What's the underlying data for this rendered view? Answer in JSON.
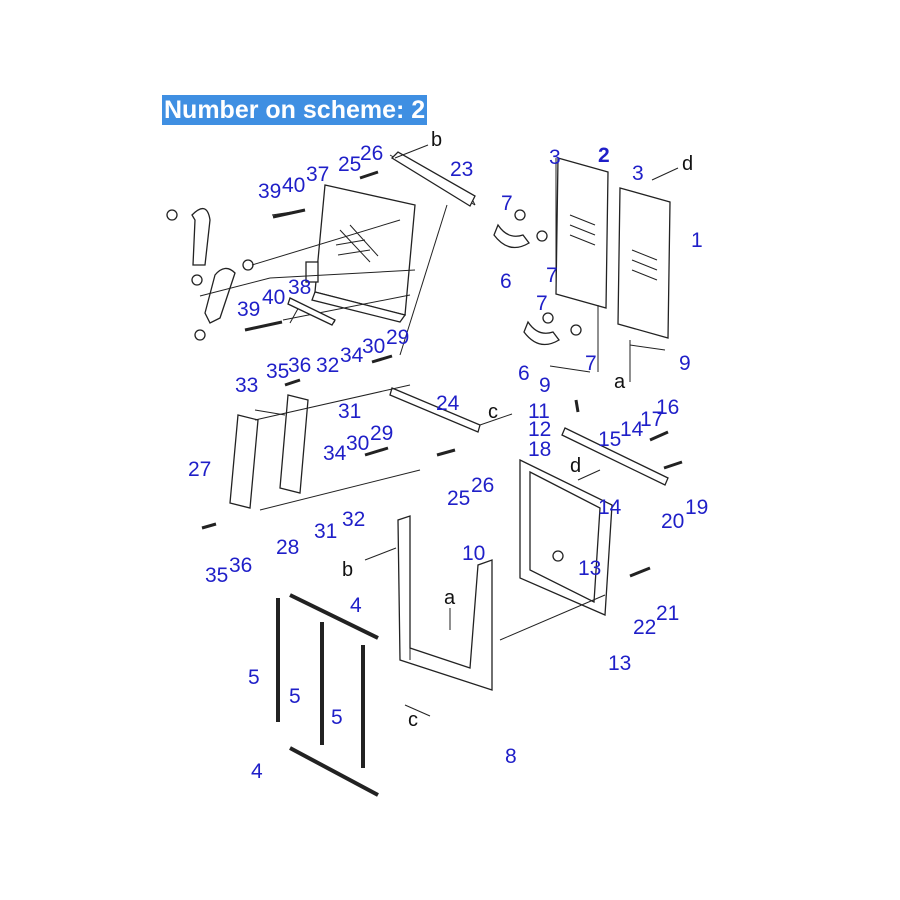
{
  "title": "Number on scheme: 2",
  "diagram": {
    "part_labels": [
      "26",
      "25",
      "37",
      "40",
      "39",
      "23",
      "2",
      "3",
      "3",
      "1",
      "7",
      "6",
      "7",
      "7",
      "6",
      "7",
      "9",
      "9",
      "38",
      "40",
      "39",
      "35",
      "36",
      "32",
      "34",
      "30",
      "29",
      "33",
      "31",
      "24",
      "11",
      "12",
      "18",
      "15",
      "14",
      "17",
      "16",
      "27",
      "34",
      "30",
      "29",
      "25",
      "26",
      "14",
      "20",
      "19",
      "28",
      "31",
      "32",
      "35",
      "36",
      "10",
      "13",
      "22",
      "21",
      "13",
      "4",
      "5",
      "5",
      "5",
      "8",
      "4"
    ],
    "arrow_labels": [
      "b",
      "d",
      "a",
      "c",
      "d",
      "b",
      "a",
      "c"
    ]
  }
}
